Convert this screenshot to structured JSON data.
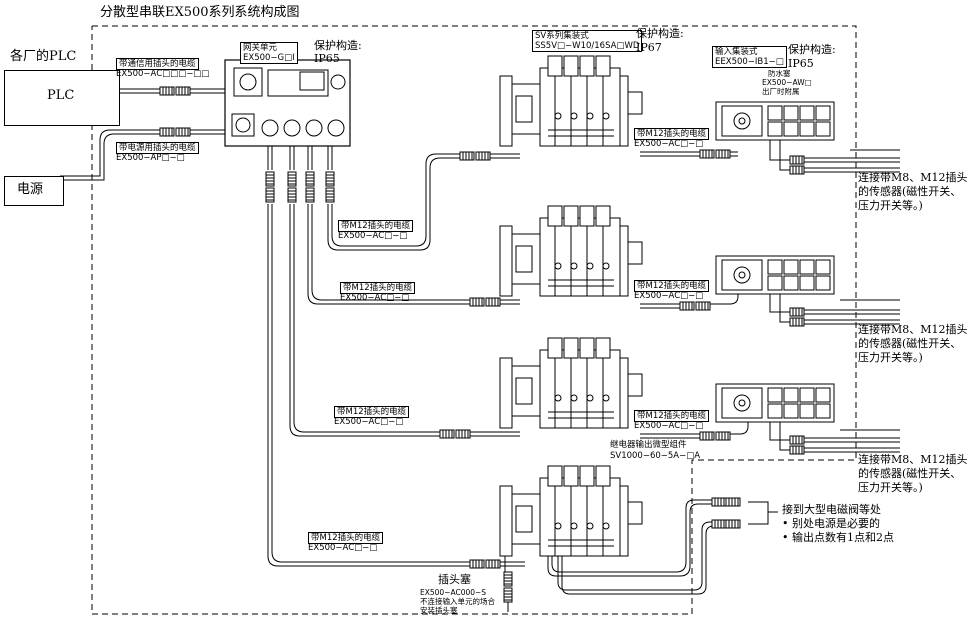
{
  "title": "分散型串联EX500系列系统构成图",
  "plc": {
    "label_top": "各厂的PLC",
    "box": "PLC"
  },
  "power": {
    "box": "电源"
  },
  "cable_general": {
    "line1": "带通信用插头的电缆",
    "line2": "EX500−AC□□□−□□"
  },
  "cable_power": {
    "line1": "带电源用插头的电缆",
    "line2": "EX500−AP□−□"
  },
  "gateway": {
    "line1": "网关单元",
    "line2": "EX500−G□I",
    "protect": "保护构造:",
    "ip": "IP65"
  },
  "sv_manifold": {
    "line1": "SV系列集装式",
    "line2": "SS5V□−W10/16SA□WD",
    "protect": "保护构造:",
    "ip": "IP67"
  },
  "input_manifold": {
    "line1": "输入集装式",
    "line2": "EEX500−IB1−□",
    "protect": "保护构造:",
    "ip": "IP65",
    "cap1": "防水塞",
    "cap2": "EX500−AW□",
    "cap3": "出厂时附属"
  },
  "m12_cable": {
    "line1": "带M12插头的电缆",
    "line2": "EX500−AC□−□"
  },
  "sensor_note": {
    "line1": "连接带M8、M12插头",
    "line2": "的传感器(磁性开关、",
    "line3": "压力开关等。)"
  },
  "relay": {
    "line1": "继电器输出微型组件",
    "line2": "SV1000−60−5A−□A"
  },
  "big_valve": {
    "line1": "接到大型电磁阀等处",
    "line2": "• 别处电源是必要的",
    "line3": "• 输出点数有1点和2点"
  },
  "plug": {
    "line1": "插头塞",
    "line2": "EX500−AC000−S",
    "line3": "不连接输入单元的场合",
    "line4": "安装插头塞"
  }
}
